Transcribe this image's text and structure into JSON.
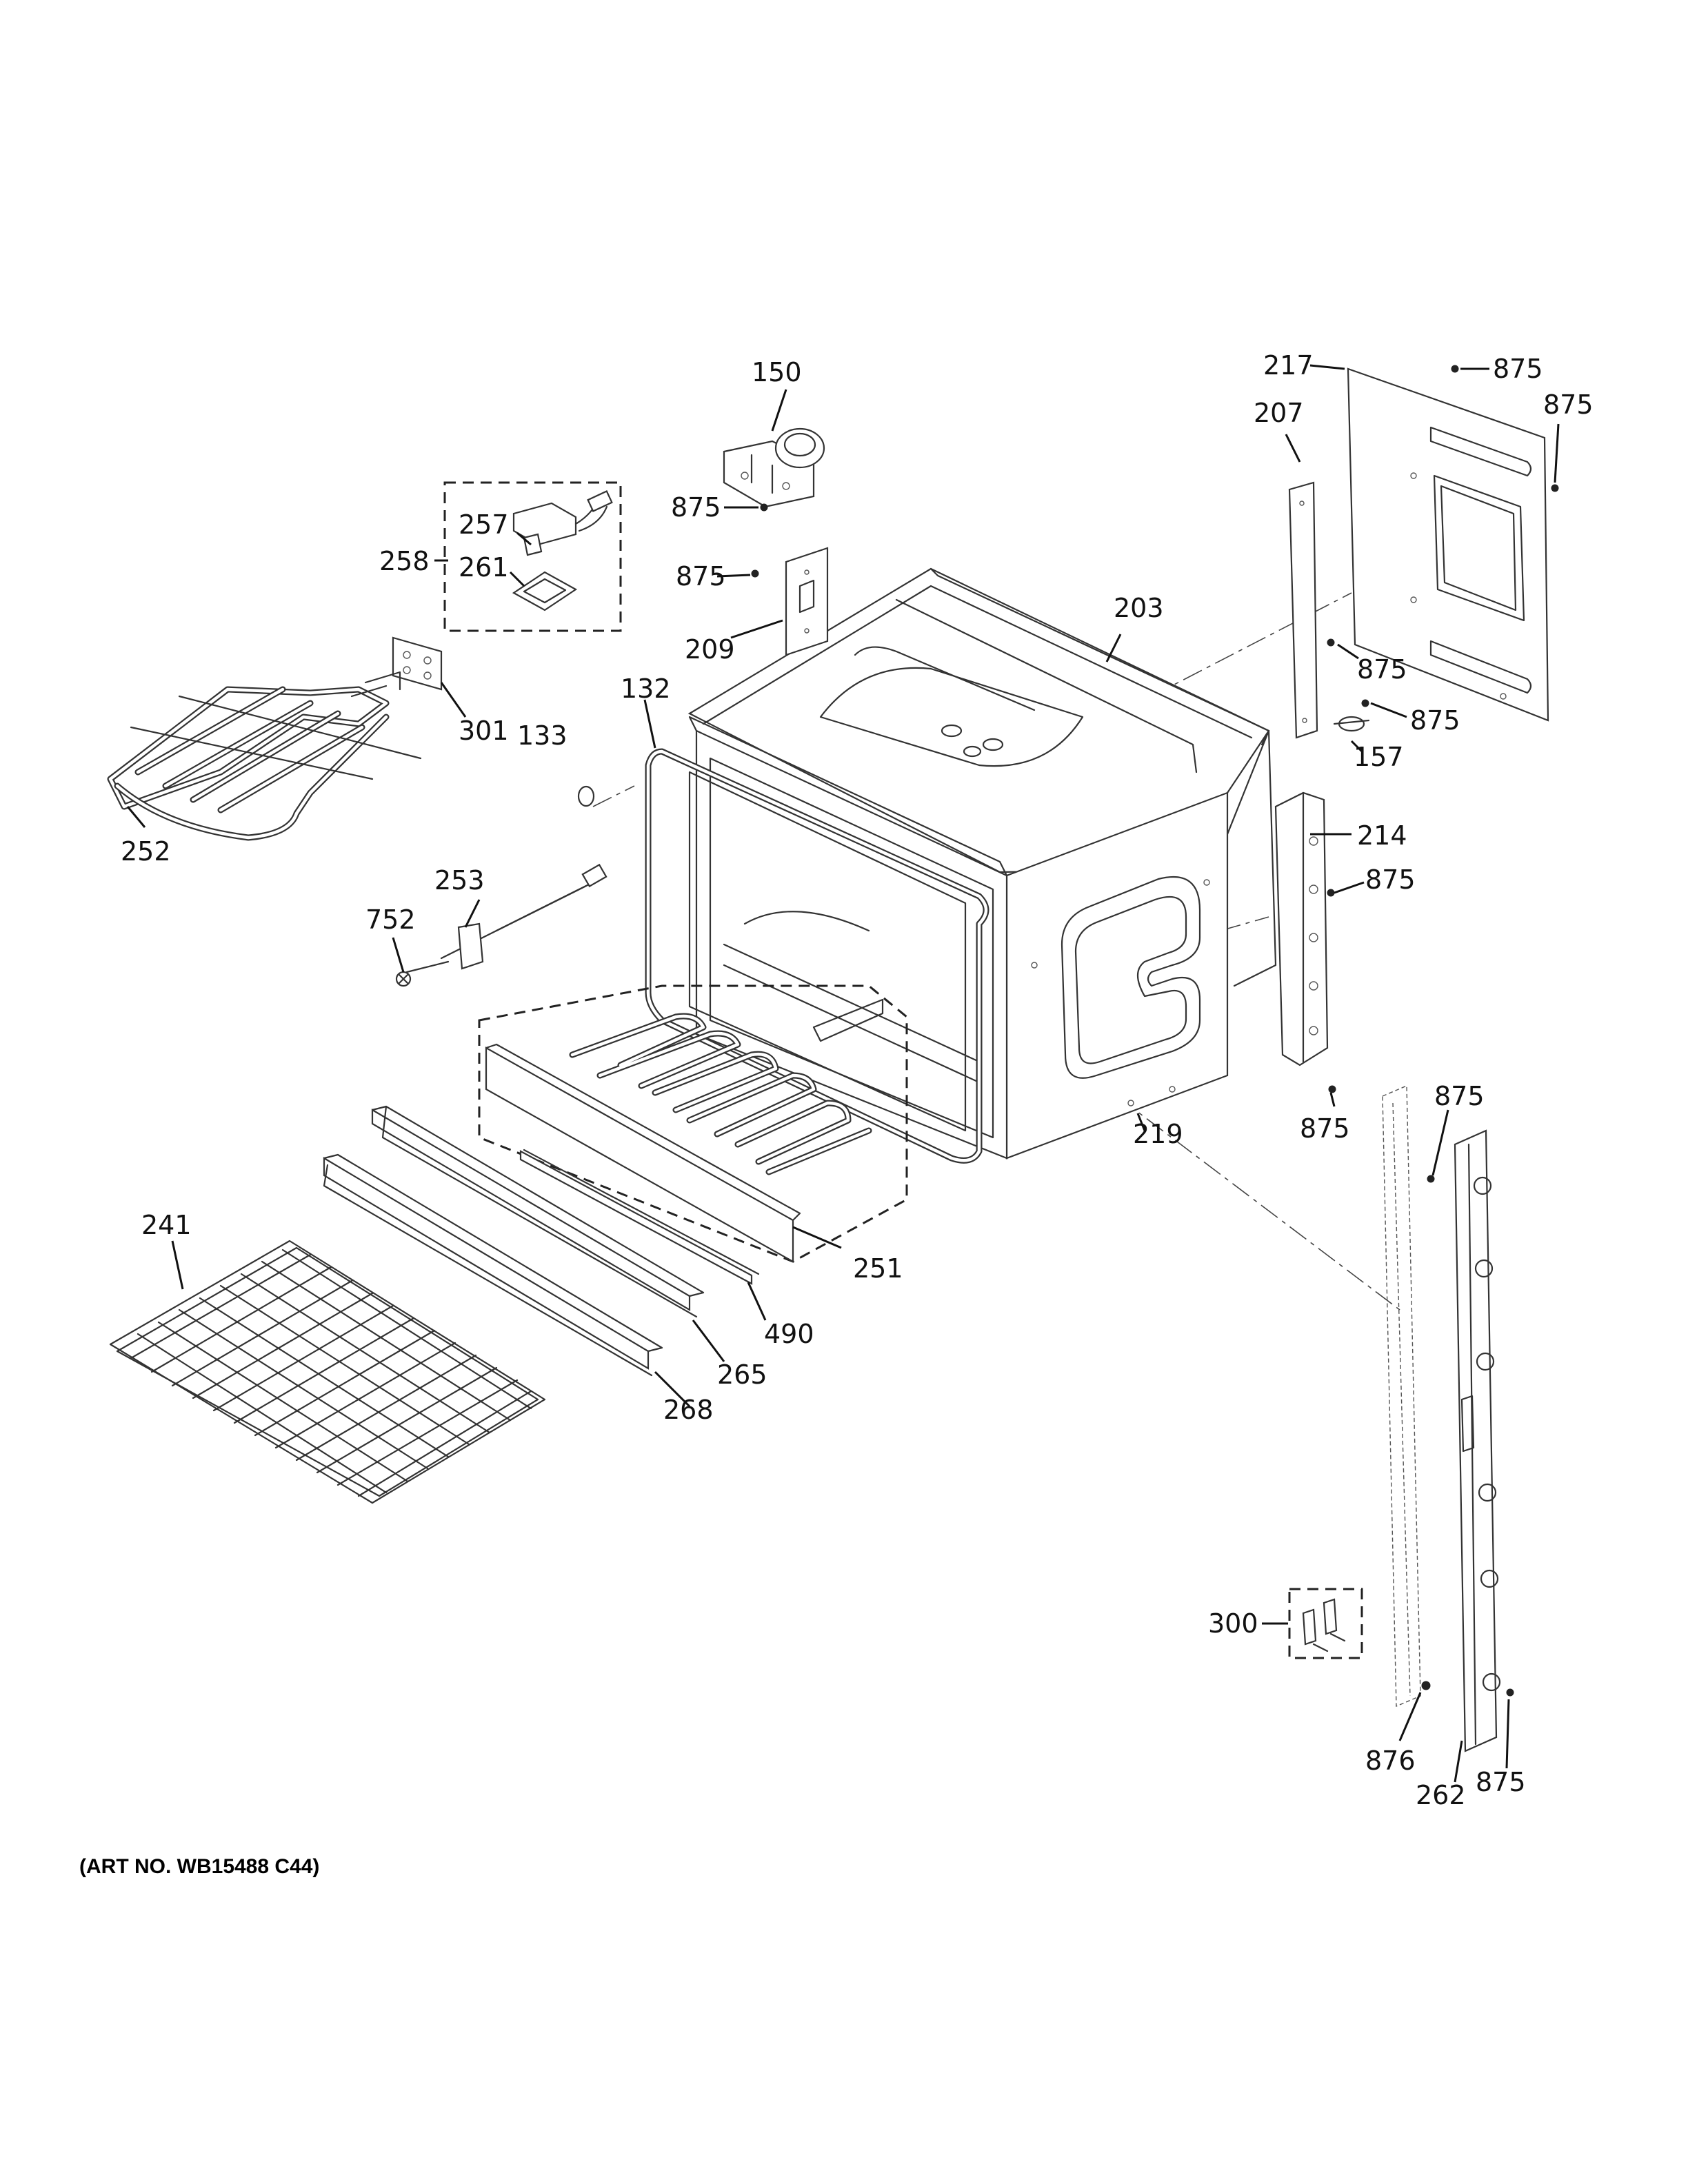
{
  "art_number": "(ART NO. WB15488 C44)",
  "callouts": {
    "c150": "150",
    "c875_latch": "875",
    "c875_209": "875",
    "c209": "209",
    "c257": "257",
    "c258": "258",
    "c261": "261",
    "c301": "301",
    "c252": "252",
    "c132": "132",
    "c133": "133",
    "c253": "253",
    "c752": "752",
    "c203": "203",
    "c217": "217",
    "c875_217a": "875",
    "c875_217b": "875",
    "c207": "207",
    "c875_207": "875",
    "c875_157": "875",
    "c157": "157",
    "c214": "214",
    "c875_214": "875",
    "c875_219": "875",
    "c219": "219",
    "c251": "251",
    "c241": "241",
    "c265": "265",
    "c268": "268",
    "c490": "490",
    "c875_262a": "875",
    "c300": "300",
    "c876": "876",
    "c262": "262",
    "c875_262b": "875"
  }
}
